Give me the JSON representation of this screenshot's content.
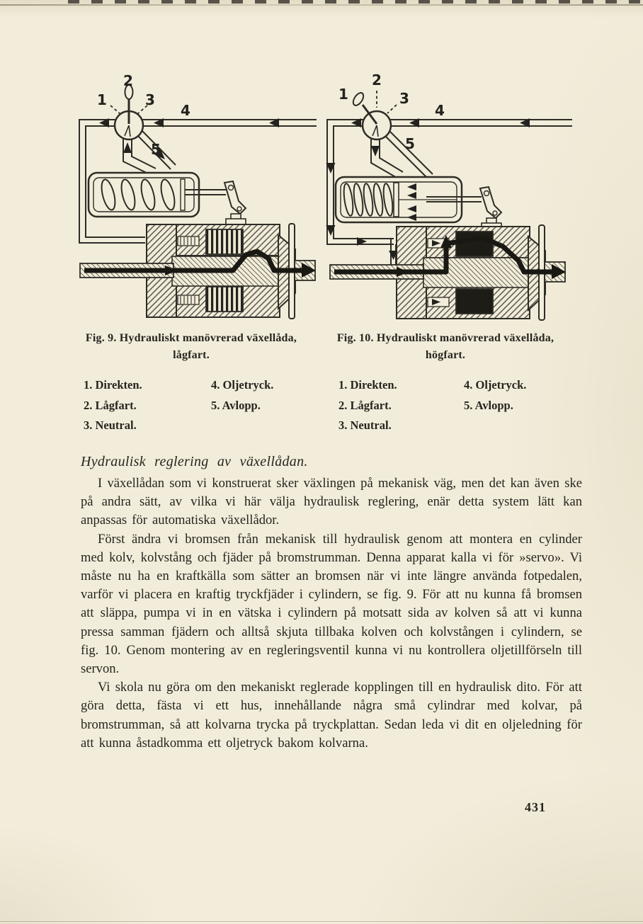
{
  "page": {
    "number": "431"
  },
  "figure9": {
    "caption_line1": "Fig. 9. Hydrauliskt manövrerad växellåda,",
    "caption_line2": "lågfart.",
    "labels": {
      "l1": "1",
      "l2": "2",
      "l3": "3",
      "l4": "4",
      "l5": "5"
    },
    "legend": {
      "col1": [
        "1.  Direkten.",
        "2.  Lågfart.",
        "3.  Neutral."
      ],
      "col2": [
        "4.  Oljetryck.",
        "5.  Avlopp."
      ]
    }
  },
  "figure10": {
    "caption_line1": "Fig. 10. Hydrauliskt manövrerad växellåda,",
    "caption_line2": "högfart.",
    "labels": {
      "l1": "1",
      "l2": "2",
      "l3": "3",
      "l4": "4",
      "l5": "5"
    },
    "legend": {
      "col1": [
        "1.  Direkten.",
        "2.  Lågfart.",
        "3.  Neutral."
      ],
      "col2": [
        "4.  Oljetryck.",
        "5.  Avlopp."
      ]
    }
  },
  "section": {
    "heading": "Hydraulisk reglering av växellådan.",
    "paragraphs": [
      "I växellådan som vi konstruerat sker växlingen på mekanisk väg, men det kan även ske på andra sätt, av vilka vi här välja hydraulisk reglering, enär detta system lätt kan anpassas för automatiska växellådor.",
      "Först ändra vi bromsen från mekanisk till hydraulisk genom att montera en cylinder med kolv, kolvstång och fjäder på bromstrumman. Denna apparat kalla vi för »servo». Vi måste nu ha en kraftkälla som sätter an bromsen när vi inte längre använda fotpedalen, varför vi placera en kraftig tryckfjäder i cylindern, se fig. 9. För att nu kunna få bromsen att släppa, pumpa vi in en vätska i cylindern på motsatt sida av kolven så att vi kunna pressa samman fjädern och alltså skjuta tillbaka kolven och kolvstången i cylindern, se fig. 10. Genom montering av en regleringsventil kunna vi nu kontrollera oljetillförseln till servon.",
      "Vi skola nu göra om den mekaniskt reglerade kopplingen till en hydraulisk dito. För att göra detta, fästa vi ett hus, innehållande några små cylindrar med kolvar, på bromstrumman, så att kolvarna trycka på tryckplattan. Sedan leda vi dit en oljeledning för att kunna åstadkomma ett oljetryck bakom kolvarna."
    ]
  }
}
